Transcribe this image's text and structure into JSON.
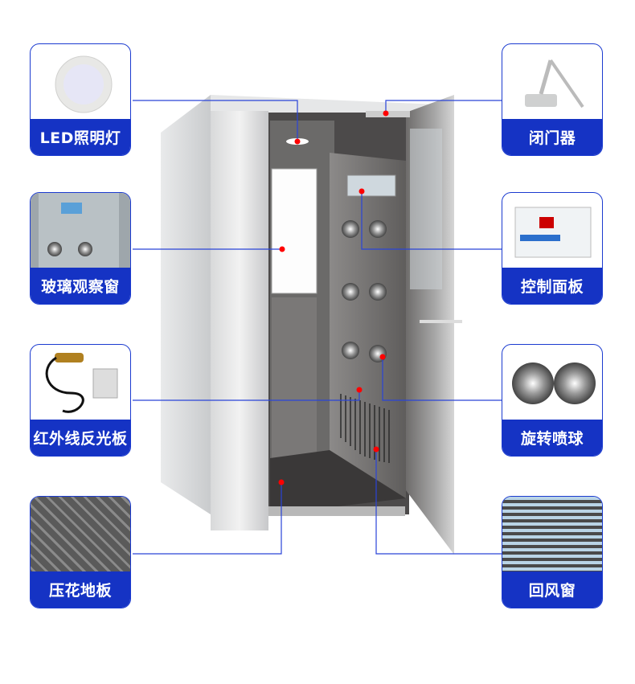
{
  "accent_color": "#1533c4",
  "marker_color": "#ff0000",
  "callouts": [
    {
      "label": "LED照明灯",
      "icon": "led-light-icon"
    },
    {
      "label": "闭门器",
      "icon": "door-closer-icon"
    },
    {
      "label": "玻璃观察窗",
      "icon": "glass-window-icon"
    },
    {
      "label": "控制面板",
      "icon": "control-panel-icon"
    },
    {
      "label": "红外线反光板",
      "icon": "infrared-sensor-icon"
    },
    {
      "label": "旋转喷球",
      "icon": "rotating-nozzle-icon"
    },
    {
      "label": "压花地板",
      "icon": "embossed-floor-icon"
    },
    {
      "label": "回风窗",
      "icon": "return-air-vent-icon"
    }
  ]
}
